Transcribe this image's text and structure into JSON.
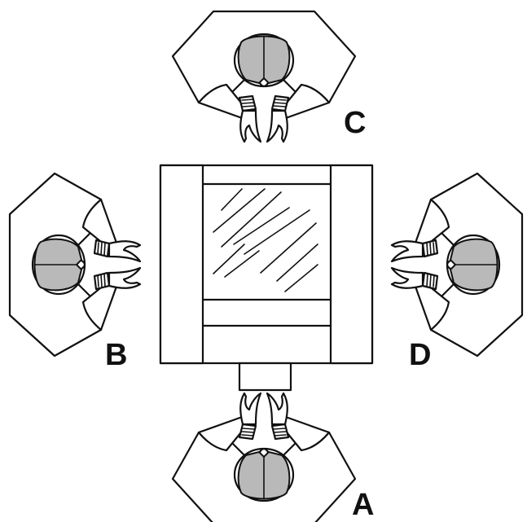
{
  "diagram": {
    "people": [
      {
        "id": "A",
        "label": "A"
      },
      {
        "id": "B",
        "label": "B"
      },
      {
        "id": "C",
        "label": "C"
      },
      {
        "id": "D",
        "label": "D"
      }
    ]
  },
  "colors": {
    "line": "#111111",
    "hair": "#b9b9b9",
    "background": "#ffffff"
  }
}
